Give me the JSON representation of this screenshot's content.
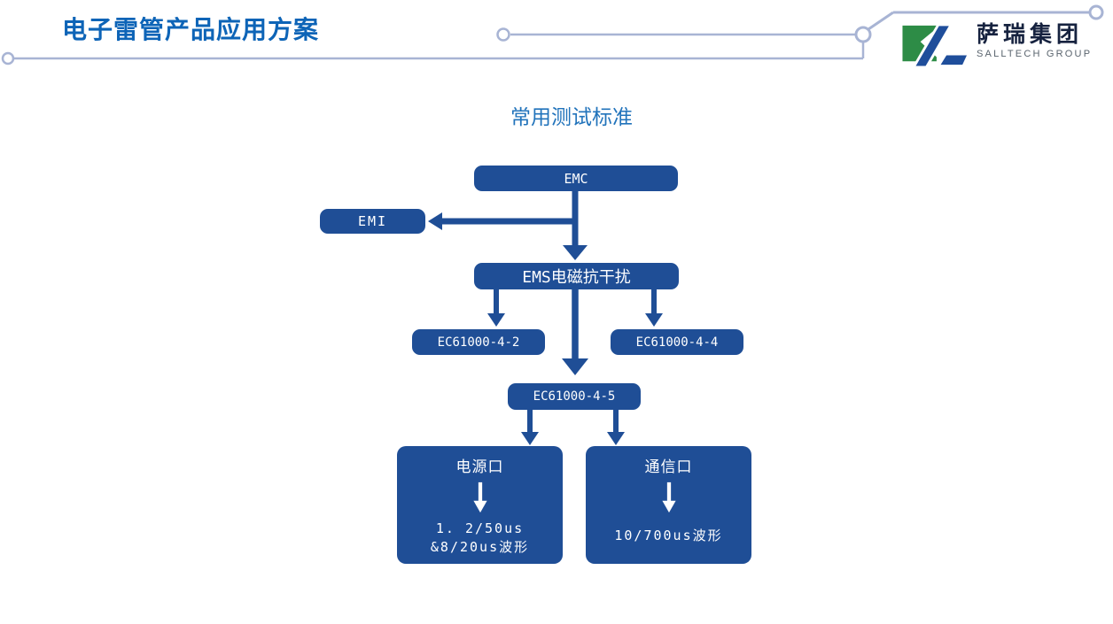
{
  "slide": {
    "title": "电子雷管产品应用方案",
    "logo": {
      "name_cn": "萨瑞集团",
      "name_en": "SALLTECH GROUP"
    },
    "diagram": {
      "subtitle": "常用测试标准",
      "nodes": {
        "emc": {
          "label": "EMC"
        },
        "emi": {
          "label": "EMI"
        },
        "ems": {
          "label": "EMS电磁抗干扰"
        },
        "ec42": {
          "label": "EC61000-4-2"
        },
        "ec44": {
          "label": "EC61000-4-4"
        },
        "ec45": {
          "label": "EC61000-4-5"
        },
        "power_port": {
          "label": "电源口",
          "detail_line1": "1. 2/50us",
          "detail_line2": "&8/20us波形"
        },
        "comm_port": {
          "label": "通信口",
          "detail_line1": "10/700us波形"
        }
      },
      "edges": [
        {
          "from": "EMC",
          "to": "EMI"
        },
        {
          "from": "EMC",
          "to": "EMS电磁抗干扰"
        },
        {
          "from": "EMS电磁抗干扰",
          "to": "EC61000-4-2"
        },
        {
          "from": "EMS电磁抗干扰",
          "to": "EC61000-4-4"
        },
        {
          "from": "EMS电磁抗干扰",
          "to": "EC61000-4-5"
        },
        {
          "from": "EC61000-4-5",
          "to": "电源口"
        },
        {
          "from": "EC61000-4-5",
          "to": "通信口"
        },
        {
          "from": "电源口",
          "to": "1. 2/50us &8/20us波形"
        },
        {
          "from": "通信口",
          "to": "10/700us波形"
        }
      ]
    },
    "colors": {
      "node_fill": "#1f4e96",
      "title_blue": "#0d64b7",
      "subtitle_blue": "#2173bb",
      "decor_line": "#a8b4d4",
      "logo_green": "#2d8c46",
      "logo_blue": "#1f4e9b",
      "logo_text_dark": "#16223f",
      "logo_text_gray": "#5a646e"
    }
  }
}
